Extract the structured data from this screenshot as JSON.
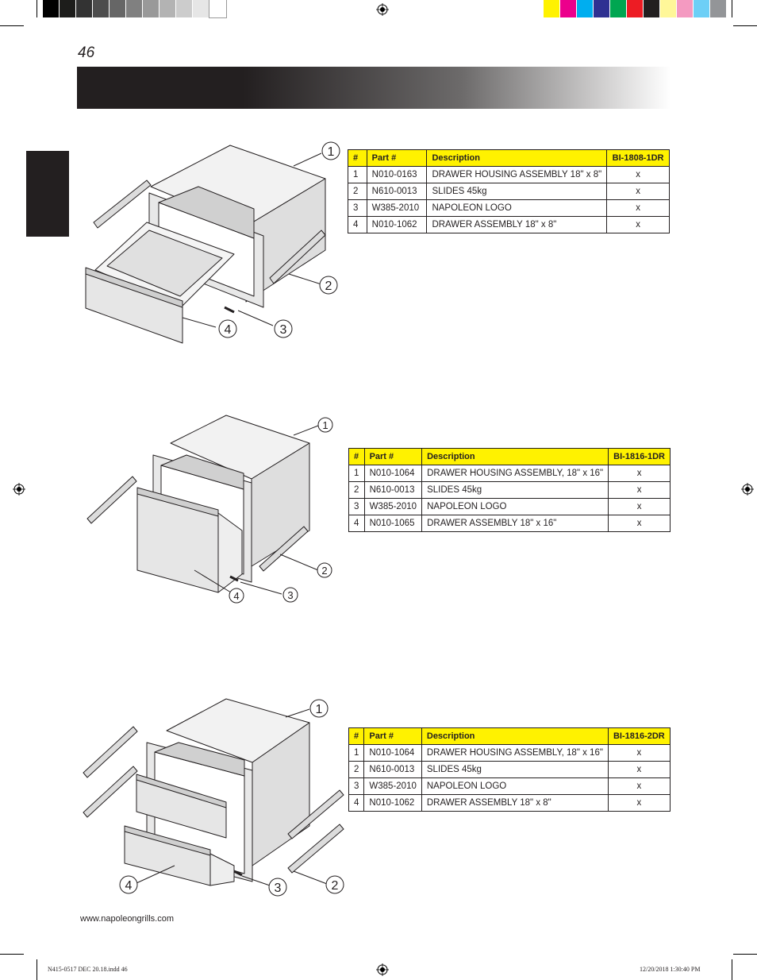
{
  "page": {
    "number": "46"
  },
  "color_bar": {
    "grays": [
      "#000000",
      "#1d1d1b",
      "#333333",
      "#4d4d4d",
      "#666666",
      "#808080",
      "#999999",
      "#b3b3b3",
      "#cccccc",
      "#e6e6e6",
      "#ffffff"
    ],
    "colors": [
      "#fff200",
      "#ec008c",
      "#00aeef",
      "#2e3192",
      "#00a651",
      "#ed1c24",
      "#231f20",
      "#fff799",
      "#f49ac1",
      "#6dcff6",
      "#939598"
    ]
  },
  "tables": [
    {
      "headers": {
        "num": "#",
        "part": "Part #",
        "desc": "Description",
        "model": "BI-1808-1DR"
      },
      "rows": [
        {
          "num": "1",
          "part": "N010-0163",
          "desc": "DRAWER HOUSING ASSEMBLY 18\" x 8\"",
          "qty": "x"
        },
        {
          "num": "2",
          "part": "N610-0013",
          "desc": "SLIDES 45kg",
          "qty": "x"
        },
        {
          "num": "3",
          "part": "W385-2010",
          "desc": "NAPOLEON LOGO",
          "qty": "x"
        },
        {
          "num": "4",
          "part": "N010-1062",
          "desc": "DRAWER ASSEMBLY 18\" x 8\"",
          "qty": "x"
        }
      ]
    },
    {
      "headers": {
        "num": "#",
        "part": "Part #",
        "desc": "Description",
        "model": "BI-1816-1DR"
      },
      "rows": [
        {
          "num": "1",
          "part": "N010-1064",
          "desc": "DRAWER HOUSING ASSEMBLY, 18\" x 16\"",
          "qty": "x"
        },
        {
          "num": "2",
          "part": "N610-0013",
          "desc": "SLIDES 45kg",
          "qty": "x"
        },
        {
          "num": "3",
          "part": "W385-2010",
          "desc": "NAPOLEON LOGO",
          "qty": "x"
        },
        {
          "num": "4",
          "part": "N010-1065",
          "desc": "DRAWER ASSEMBLY 18\" x 16\"",
          "qty": "x"
        }
      ]
    },
    {
      "headers": {
        "num": "#",
        "part": "Part #",
        "desc": "Description",
        "model": "BI-1816-2DR"
      },
      "rows": [
        {
          "num": "1",
          "part": "N010-1064",
          "desc": "DRAWER HOUSING ASSEMBLY, 18\" x 16\"",
          "qty": "x"
        },
        {
          "num": "2",
          "part": "N610-0013",
          "desc": "SLIDES 45kg",
          "qty": "x"
        },
        {
          "num": "3",
          "part": "W385-2010",
          "desc": "NAPOLEON LOGO",
          "qty": "x"
        },
        {
          "num": "4",
          "part": "N010-1062",
          "desc": "DRAWER ASSEMBLY 18\" x 8\"",
          "qty": "x"
        }
      ]
    }
  ],
  "callouts": [
    "1",
    "2",
    "3",
    "4"
  ],
  "footer": {
    "url": "www.napoleongrills.com",
    "slug_left": "N415-0517 DEC 20.18.indd   46",
    "slug_right": "12/20/2018   1:30:40 PM"
  },
  "icons": [
    "registration-mark-icon",
    "crop-mark-icon"
  ]
}
